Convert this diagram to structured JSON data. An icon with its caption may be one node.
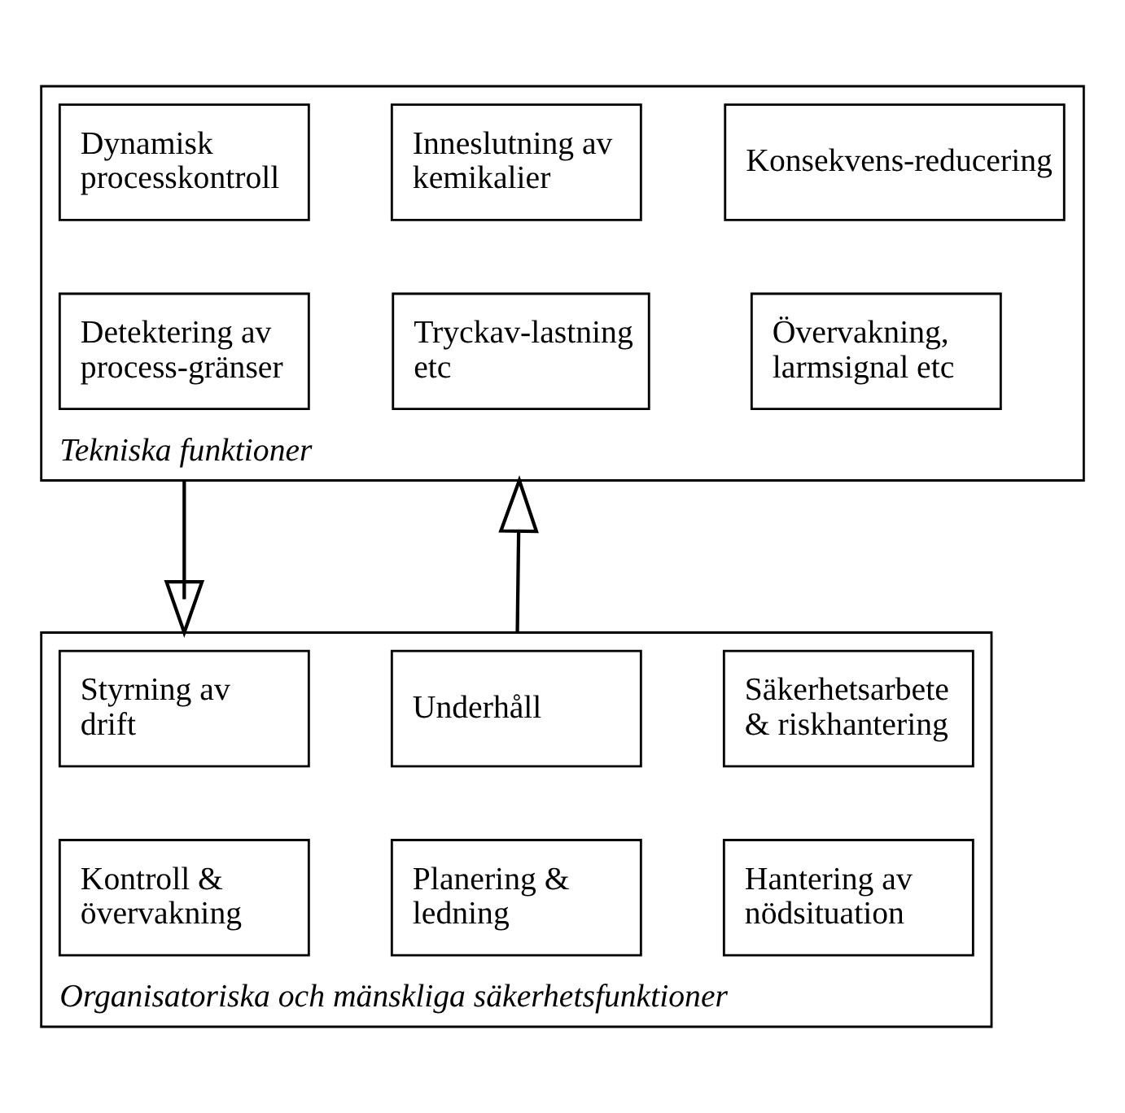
{
  "diagram": {
    "nodes": [
      {
        "text": [
          "Tekniska funktioner"
        ]
      },
      {
        "text": [
          "Dynamisk processkontroll"
        ],
        "in": 0
      },
      {
        "text": [
          "Inneslutning av kemikalier"
        ],
        "in": 0
      },
      {
        "text": [
          "Konsekvens-reducering"
        ],
        "in": 0
      },
      {
        "text": [
          "Detektering av process-gränser"
        ],
        "in": 0
      },
      {
        "text": [
          "Tryckav-lastning etc"
        ],
        "in": 0
      },
      {
        "text": [
          "Övervakning, larmsignal etc"
        ],
        "in": 0
      },
      {
        "text": [
          "Organisatoriska och mänskliga säkerhetsfunktioner"
        ]
      },
      {
        "text": [
          "Styrning av drift"
        ],
        "in": 7
      },
      {
        "text": [
          "Underhåll"
        ],
        "in": 7
      },
      {
        "text": [
          "Säkerhetsarbete & riskhantering"
        ],
        "in": 7
      },
      {
        "text": [
          "Kontroll & övervakning"
        ],
        "in": 7
      },
      {
        "text": [
          "Planering & ledning"
        ],
        "in": 7
      },
      {
        "text": [
          "Hantering av nödsituation"
        ],
        "in": 7
      }
    ],
    "edges": [
      {
        "from": 0,
        "to": 7,
        "arrow": "to"
      },
      {
        "from": 7,
        "to": 0,
        "arrow": "to"
      }
    ]
  }
}
